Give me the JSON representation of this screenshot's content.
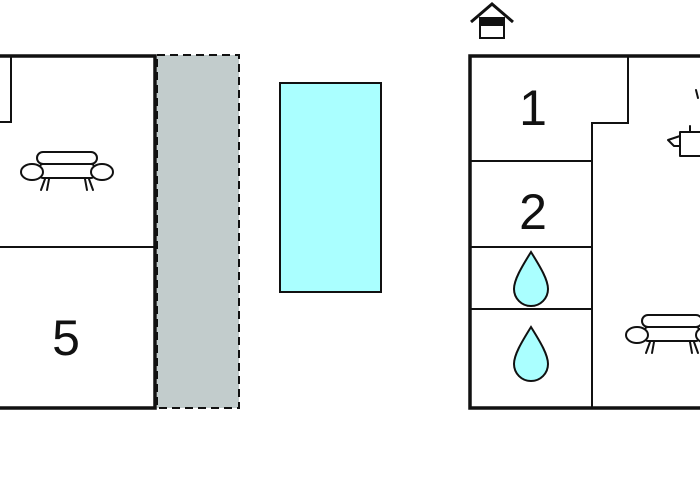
{
  "floorplan": {
    "room_labels": {
      "room_5": "5",
      "room_1": "1",
      "room_2": "2"
    },
    "icons": {
      "entrance": "house-entrance-icon",
      "sofa": "sofa-icon",
      "kitchen": "kettle-icon",
      "water": "water-drop-icon"
    },
    "colors": {
      "wall": "#111111",
      "terrace": "#c2cccc",
      "pool": "#aaffff",
      "drop_fill": "#aaffff",
      "background": "#ffffff"
    }
  }
}
